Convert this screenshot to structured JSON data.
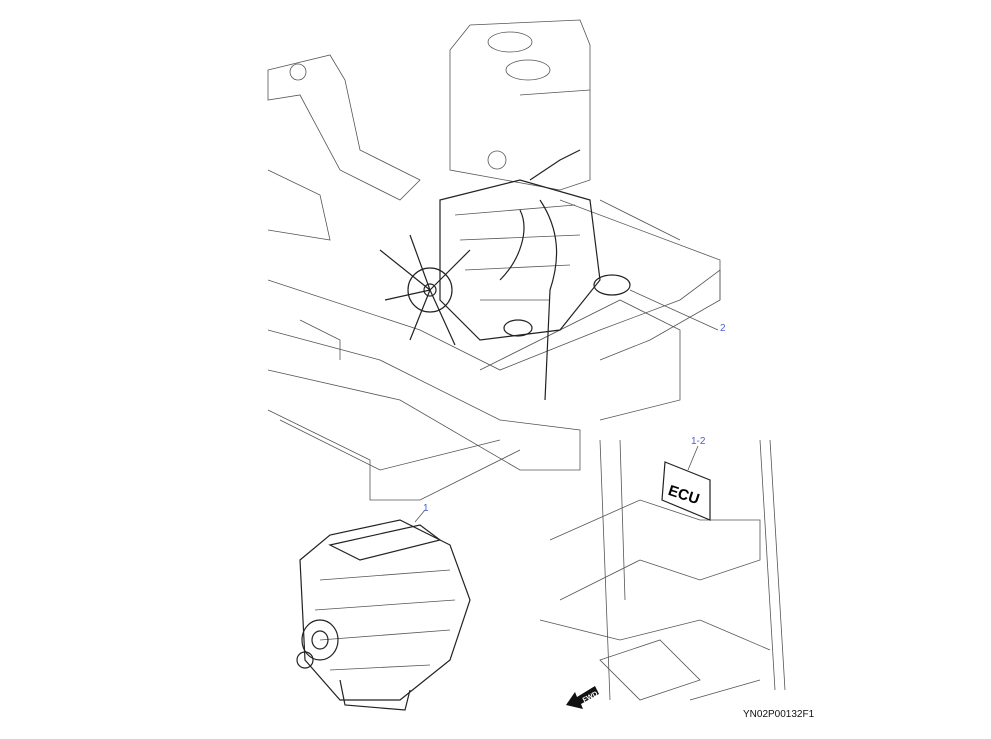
{
  "diagram": {
    "callouts": {
      "main_assembly": "2",
      "engine": "1",
      "ecu_callout": "1-2"
    },
    "ecu_label": "ECU",
    "forward_arrow_label": "FWD",
    "figure_code": "YN02P00132F1",
    "colors": {
      "callout": "#4a5fd0",
      "lines": "#555555"
    }
  }
}
